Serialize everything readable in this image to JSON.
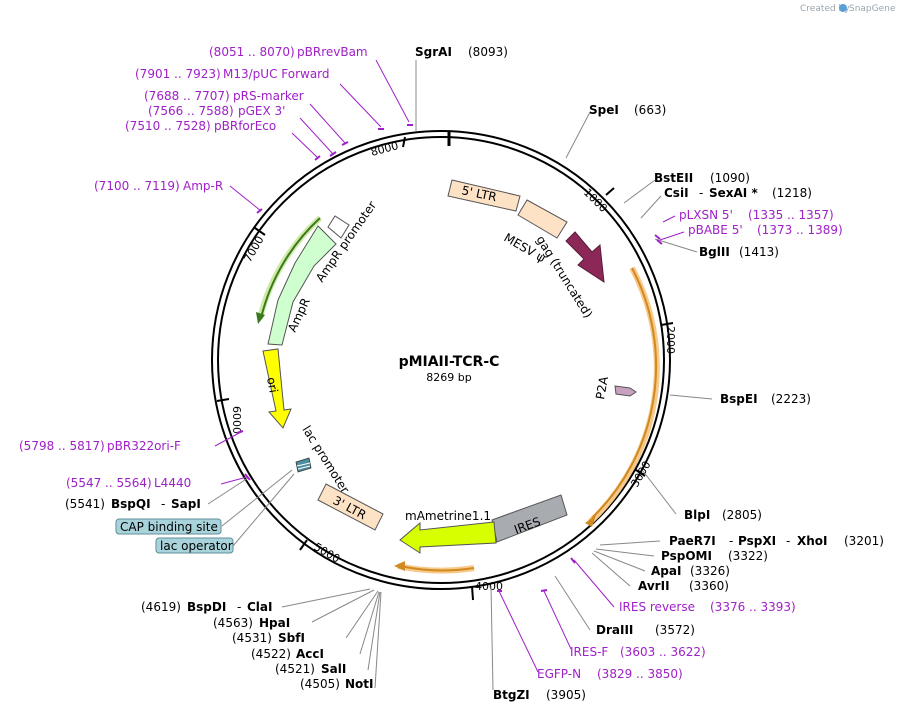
{
  "credit": {
    "created_by": "Created by",
    "brand": "SnapGene"
  },
  "plasmid": {
    "name": "pMIAII-TCR-C",
    "length": "8269 bp"
  },
  "ticks": [
    "1000",
    "2000",
    "3000",
    "4000",
    "5000",
    "6000",
    "7000",
    "8000"
  ],
  "enzymes": {
    "sgrai": {
      "name": "SgrAI",
      "pos": "(8093)"
    },
    "spei": {
      "name": "SpeI",
      "pos": "(663)"
    },
    "bsteii": {
      "name": "BstEII",
      "pos": "(1090)"
    },
    "csii": {
      "name": "CsiI",
      "sep": "-",
      "name2": "SexAI *",
      "pos": "(1218)"
    },
    "bglii": {
      "name": "BglII",
      "pos": "(1413)"
    },
    "bspei": {
      "name": "BspEI",
      "pos": "(2223)"
    },
    "blpi": {
      "name": "BlpI",
      "pos": "(2805)"
    },
    "paer7i": {
      "name": "PaeR7I",
      "sep1": "-",
      "name2": "PspXI",
      "sep2": "-",
      "name3": "XhoI",
      "pos": "(3201)"
    },
    "pspomi": {
      "name": "PspOMI",
      "pos": "(3322)"
    },
    "apai": {
      "name": "ApaI",
      "pos": "(3326)"
    },
    "avrii": {
      "name": "AvrII",
      "pos": "(3360)"
    },
    "draiii": {
      "name": "DraIII",
      "pos": "(3572)"
    },
    "btgzi": {
      "name": "BtgZI",
      "pos": "(3905)"
    },
    "noti": {
      "name": "NotI",
      "pos": "(4505)"
    },
    "sali": {
      "name": "SalI",
      "pos": "(4521)"
    },
    "acci": {
      "name": "AccI",
      "pos": "(4522)"
    },
    "sbfi": {
      "name": "SbfI",
      "pos": "(4531)"
    },
    "hpai": {
      "name": "HpaI",
      "pos": "(4563)"
    },
    "bspdi": {
      "name": "BspDI",
      "sep": "-",
      "name2": "ClaI",
      "pos": "(4619)"
    },
    "bspqi": {
      "name": "BspQI",
      "sep": "-",
      "name2": "SapI",
      "pos": "(5541)"
    }
  },
  "primers": {
    "pbrrevbam": {
      "range": "(8051 .. 8070)",
      "name": "pBRrevBam"
    },
    "m13puc": {
      "range": "(7901 .. 7923)",
      "name": "M13/pUC Forward"
    },
    "prs": {
      "range": "(7688 .. 7707)",
      "name": "pRS-marker"
    },
    "pgex": {
      "range": "(7566 .. 7588)",
      "name": "pGEX 3'"
    },
    "pbrforeco": {
      "range": "(7510 .. 7528)",
      "name": "pBRforEco"
    },
    "ampr": {
      "range": "(7100 .. 7119)",
      "name": "Amp-R"
    },
    "plxsn": {
      "name": "pLXSN 5'",
      "range": "(1335 .. 1357)"
    },
    "pbabe": {
      "name": "pBABE 5'",
      "range": "(1373 .. 1389)"
    },
    "pbr322ori": {
      "range": "(5798 .. 5817)",
      "name": "pBR322ori-F"
    },
    "l4440": {
      "range": "(5547 .. 5564)",
      "name": "L4440"
    },
    "iresrev": {
      "name": "IRES reverse",
      "range": "(3376 .. 3393)"
    },
    "iresf": {
      "name": "IRES-F",
      "range": "(3603 .. 3622)"
    },
    "egfpn": {
      "name": "EGFP-N",
      "range": "(3829 .. 3850)"
    }
  },
  "features": {
    "ltr5": "5' LTR",
    "mesv": "MESV ψ",
    "gag": "gag (truncated)",
    "p2a": "P2A",
    "ampr_promoter": "AmpR promoter",
    "ampr": "AmpR",
    "ori": "ori",
    "lac_promoter": "lac promoter",
    "ltr3": "3' LTR",
    "ires": "IRES",
    "mametrine": "mAmetrine1.1",
    "cap": "CAP binding site",
    "lacop": "lac operator"
  },
  "colors": {
    "ltr": "#fde2c6",
    "gag": "#8b2858",
    "p2a": "#c8a0c0",
    "ampr": "#cfffcf",
    "ampr_edge": "#5aa02a",
    "ori": "#ffff00",
    "ires": "#a8acb0",
    "mametrine": "#d8ff00",
    "orf": "#f7b34a",
    "primer": "#a020c8",
    "box": "#a9d3db"
  }
}
